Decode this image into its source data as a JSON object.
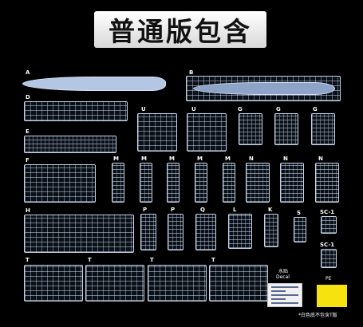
{
  "banner": {
    "title": "普通版包含"
  },
  "labels": {
    "A": "A",
    "B": "B",
    "D": "D",
    "E": "E",
    "F": "F",
    "H": "H",
    "U1": "U",
    "U2": "U",
    "G1": "G",
    "G2": "G",
    "G3": "G",
    "M1": "M",
    "M2": "M",
    "M3": "M",
    "M4": "M",
    "M5": "M",
    "N1": "N",
    "N2": "N",
    "N3": "N",
    "P1": "P",
    "P2": "P",
    "Q": "Q",
    "L": "L",
    "K": "K",
    "S": "S",
    "SC1a": "SC-1",
    "SC1b": "SC-1",
    "T1": "T",
    "T2": "T",
    "T3": "T",
    "T4": "T"
  },
  "decal": {
    "title": "水贴",
    "subtitle": "Decal"
  },
  "pe": {
    "label": "PE",
    "color": "#f5e20f"
  },
  "footnote": "*白色底不包含T版",
  "colors": {
    "background": "#000000",
    "sprue_line": "#c7d5e8",
    "hull": "#b3c7e4"
  }
}
